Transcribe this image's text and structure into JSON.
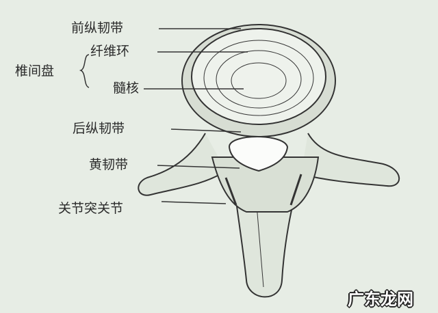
{
  "labels": {
    "anterior_longitudinal_ligament": "前纵韧带",
    "annulus_fibrosus": "纤维环",
    "intervertebral_disc": "椎间盘",
    "nucleus_pulposus": "髓核",
    "posterior_longitudinal_ligament": "后纵韧带",
    "ligamentum_flavum": "黄韧带",
    "facet_joint": "关节突关节"
  },
  "watermark": "广东龙网",
  "colors": {
    "background": "#e7ede5",
    "line": "#333333"
  }
}
